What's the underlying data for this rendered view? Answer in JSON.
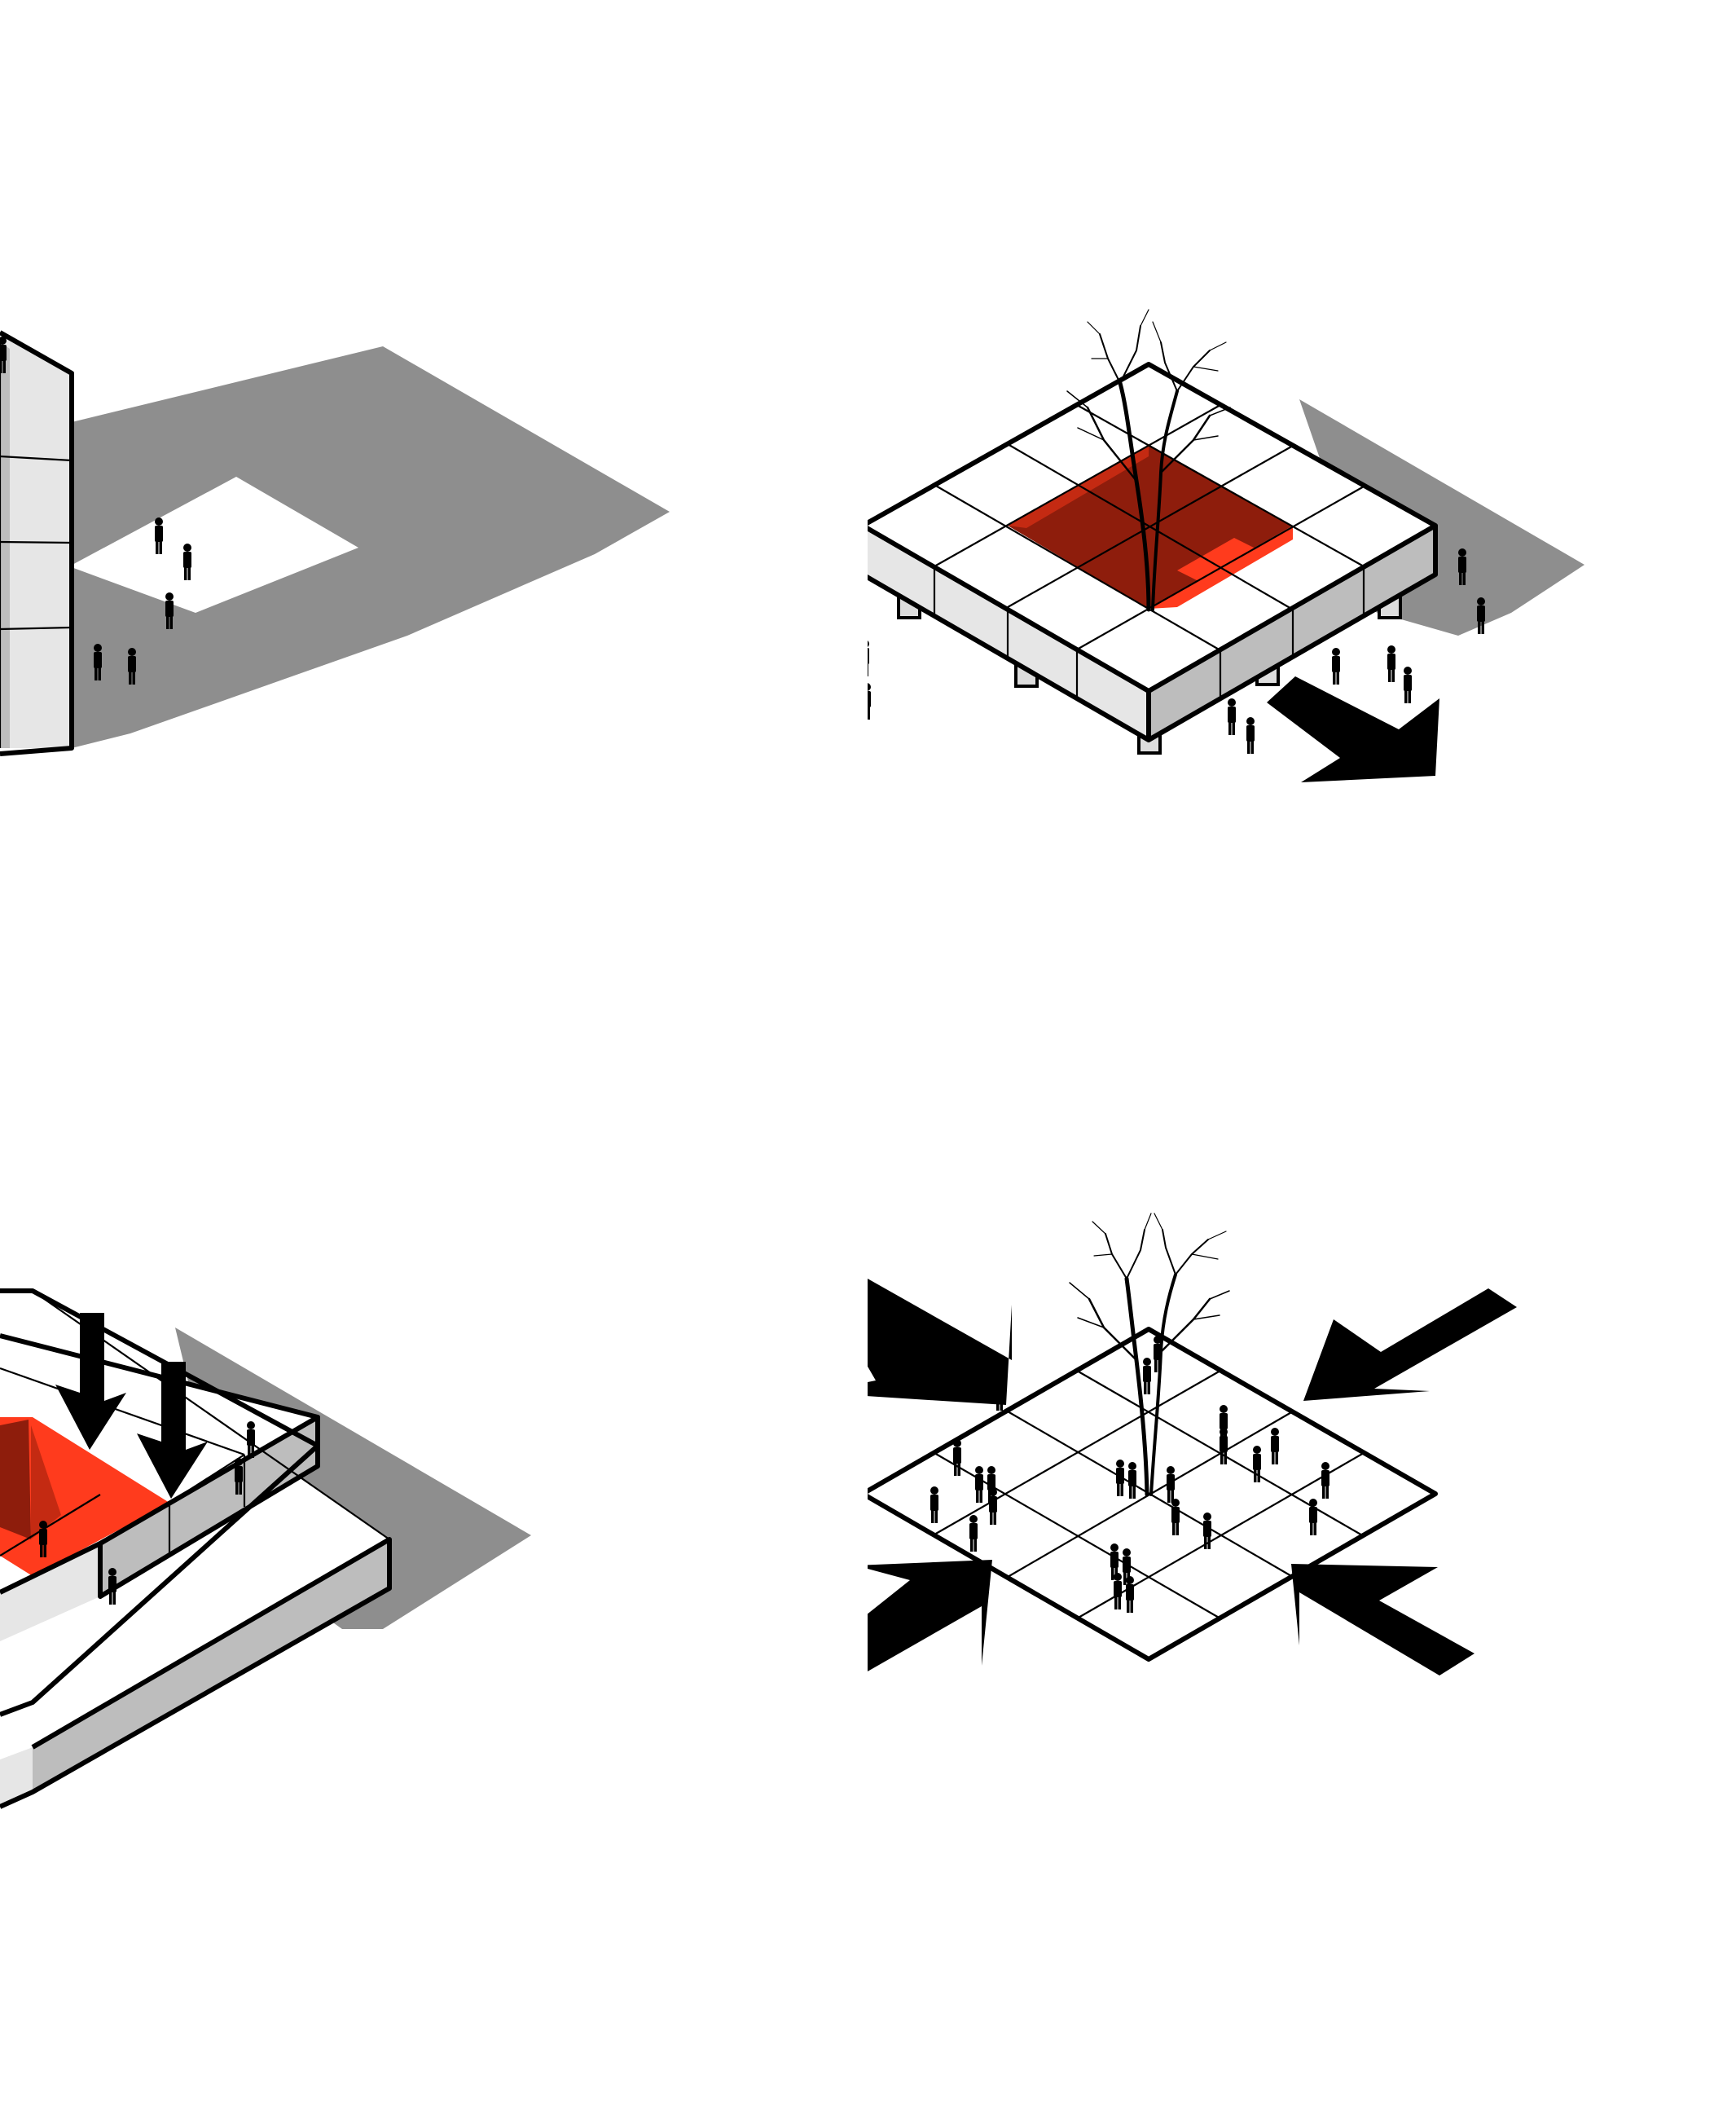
{
  "diagram": {
    "panels": [
      {
        "name": "building-shadow-opening",
        "elements": [
          "tower-block",
          "cast-shadow",
          "sunlit-opening",
          "people"
        ]
      },
      {
        "name": "raised-platform-courtyard",
        "elements": [
          "grid-platform",
          "red-courtyard",
          "tree",
          "pilotis",
          "shadow",
          "outgoing-arrow",
          "people"
        ]
      },
      {
        "name": "stepped-plinth-courtyard",
        "elements": [
          "stepped-volume",
          "red-courtyard",
          "downward-arrows",
          "shadow",
          "people"
        ]
      },
      {
        "name": "open-grid-plaza",
        "elements": [
          "grid-plaza",
          "tree",
          "incoming-arrows",
          "people"
        ]
      }
    ],
    "colors": {
      "outline": "#000000",
      "shadow": "#8e8e8e",
      "courtyard-red": "#ff3b1d",
      "courtyard-dark-red": "#8e1d0c",
      "face-light": "#e6e6e6",
      "face-dark": "#bdbdbd",
      "background": "#ffffff"
    }
  }
}
